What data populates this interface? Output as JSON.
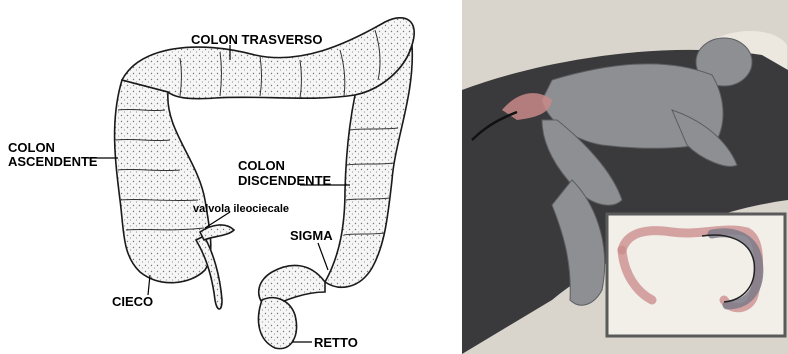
{
  "diagram": {
    "labels": {
      "colon_trasverso": "COLON TRASVERSO",
      "colon_ascendente_1": "COLON",
      "colon_ascendente_2": "ASCENDENTE",
      "colon_discendente_1": "COLON",
      "colon_discendente_2": "DISCENDENTE",
      "valvola": "valvola ileociecale",
      "sigma": "SIGMA",
      "cieco": "CIECO",
      "retto": "RETTO"
    }
  },
  "colors": {
    "colon_fill": "#f4f4f4",
    "colon_stroke": "#1a1a1a",
    "photo_bg": "#d9d4cc",
    "table": "#3a3a3d",
    "figure": "#8e8f92",
    "colon_highlight": "#c98a88",
    "inset_bg": "#f2efe9"
  },
  "icons": [
    "colon-anatomy-illustration",
    "patient-colonoscopy-illustration",
    "colon-inset-illustration"
  ]
}
